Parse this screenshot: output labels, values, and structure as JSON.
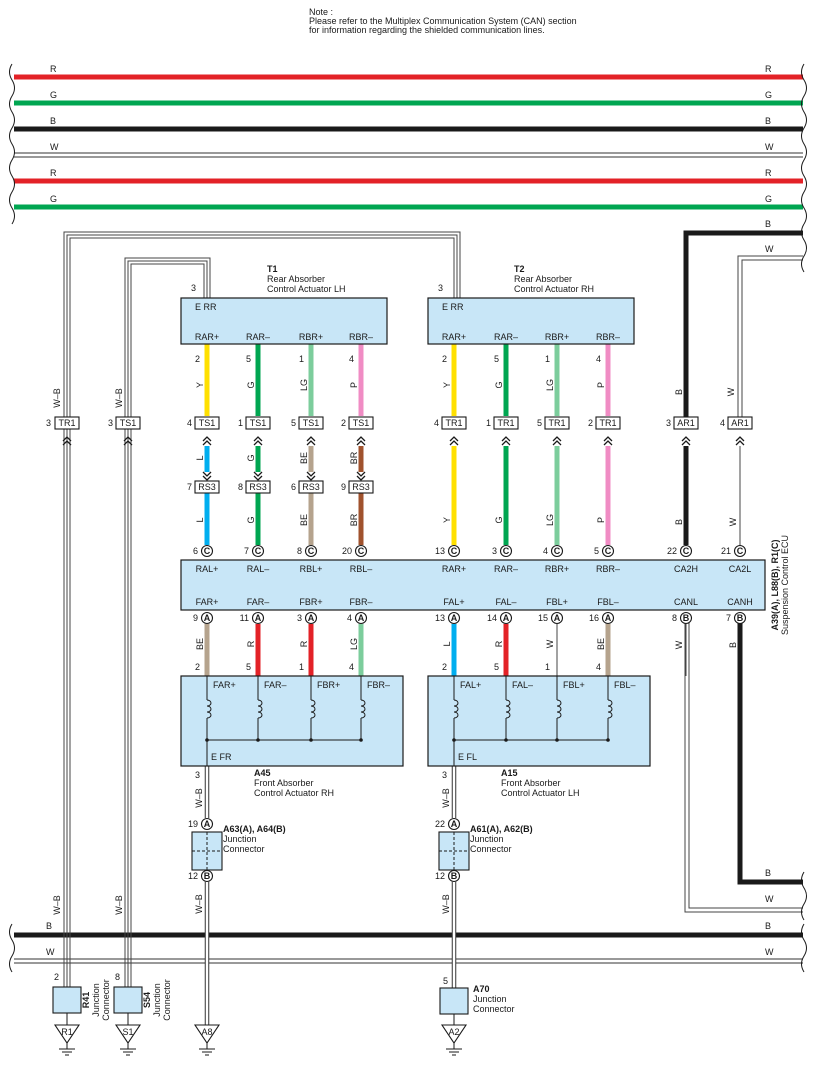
{
  "colors": {
    "R": "#e32227",
    "G": "#00a651",
    "B": "#1a1a1a",
    "W": "#ffffff",
    "Y": "#ffe000",
    "LG": "#7ccd9c",
    "P": "#f08cc4",
    "L": "#00aeef",
    "BE": "#b5a38d",
    "BR": "#a0522d",
    "WB": "#ffffff",
    "box_fill": "#c8e6f7",
    "outline": "#1a1a1a"
  },
  "note": {
    "line1": "Note :",
    "line2": "Please refer to the Multiplex Communication System (CAN) section",
    "line3": "for information regarding the shielded communication lines."
  },
  "bus_lines": [
    "R",
    "G",
    "B",
    "W",
    "R",
    "G"
  ],
  "side_lines": {
    "b": "B",
    "w": "W"
  },
  "bottom_bus": [
    "B",
    "W"
  ],
  "wire_labels": {
    "wb": "W–B",
    "b": "B",
    "w": "W"
  },
  "t1": {
    "id": "T1",
    "line1": "Rear Absorber",
    "line2": "Control Actuator LH",
    "ground_pin_label": "E RR",
    "ground_pin": "3",
    "pins": [
      {
        "pin": "2",
        "name": "RAR+",
        "color": "Y"
      },
      {
        "pin": "5",
        "name": "RAR–",
        "color": "G"
      },
      {
        "pin": "1",
        "name": "RBR+",
        "color": "LG"
      },
      {
        "pin": "4",
        "name": "RBR–",
        "color": "P"
      }
    ]
  },
  "t2": {
    "id": "T2",
    "line1": "Rear Absorber",
    "line2": "Control Actuator RH",
    "ground_pin_label": "E RR",
    "ground_pin": "3",
    "pins": [
      {
        "pin": "2",
        "name": "RAR+",
        "color": "Y"
      },
      {
        "pin": "5",
        "name": "RAR–",
        "color": "G"
      },
      {
        "pin": "1",
        "name": "RBR+",
        "color": "LG"
      },
      {
        "pin": "4",
        "name": "RBR–",
        "color": "P"
      }
    ]
  },
  "ts1_pins": [
    {
      "pin": "4",
      "name": "TS1"
    },
    {
      "pin": "1",
      "name": "TS1"
    },
    {
      "pin": "5",
      "name": "TS1"
    },
    {
      "pin": "2",
      "name": "TS1"
    }
  ],
  "rs3_pins": [
    {
      "pin": "7",
      "name": "RS3",
      "color": "L"
    },
    {
      "pin": "8",
      "name": "RS3",
      "color": "G"
    },
    {
      "pin": "6",
      "name": "RS3",
      "color": "BE"
    },
    {
      "pin": "9",
      "name": "RS3",
      "color": "BR"
    }
  ],
  "tr1_pins": [
    {
      "pin": "4",
      "name": "TR1",
      "color": "Y"
    },
    {
      "pin": "1",
      "name": "TR1",
      "color": "G"
    },
    {
      "pin": "5",
      "name": "TR1",
      "color": "LG"
    },
    {
      "pin": "2",
      "name": "TR1",
      "color": "P"
    }
  ],
  "ar1_pins": [
    {
      "pin": "3",
      "name": "AR1",
      "color": "B"
    },
    {
      "pin": "4",
      "name": "AR1",
      "color": "W"
    }
  ],
  "left_connectors": [
    {
      "pin": "3",
      "name": "TR1"
    },
    {
      "pin": "3",
      "name": "TS1"
    }
  ],
  "ecu": {
    "line1": "A39(A), L88(B), R1(C)",
    "line2": "Suspension Control ECU",
    "top_pins": [
      {
        "pin": "6",
        "conn": "C",
        "name": "RAL+"
      },
      {
        "pin": "7",
        "conn": "C",
        "name": "RAL–"
      },
      {
        "pin": "8",
        "conn": "C",
        "name": "RBL+"
      },
      {
        "pin": "20",
        "conn": "C",
        "name": "RBL–"
      },
      {
        "pin": "13",
        "conn": "C",
        "name": "RAR+"
      },
      {
        "pin": "3",
        "conn": "C",
        "name": "RAR–"
      },
      {
        "pin": "4",
        "conn": "C",
        "name": "RBR+"
      },
      {
        "pin": "5",
        "conn": "C",
        "name": "RBR–"
      },
      {
        "pin": "22",
        "conn": "C",
        "name": "CA2H"
      },
      {
        "pin": "21",
        "conn": "C",
        "name": "CA2L"
      }
    ],
    "bottom_pins": [
      {
        "pin": "9",
        "conn": "A",
        "name": "FAR+"
      },
      {
        "pin": "11",
        "conn": "A",
        "name": "FAR–"
      },
      {
        "pin": "3",
        "conn": "A",
        "name": "FBR+"
      },
      {
        "pin": "4",
        "conn": "A",
        "name": "FBR–"
      },
      {
        "pin": "13",
        "conn": "A",
        "name": "FAL+"
      },
      {
        "pin": "14",
        "conn": "A",
        "name": "FAL–"
      },
      {
        "pin": "15",
        "conn": "A",
        "name": "FBL+"
      },
      {
        "pin": "16",
        "conn": "A",
        "name": "FBL–"
      },
      {
        "pin": "8",
        "conn": "B",
        "name": "CANL"
      },
      {
        "pin": "7",
        "conn": "B",
        "name": "CANH"
      }
    ]
  },
  "a45": {
    "id": "A45",
    "line1": "Front Absorber",
    "line2": "Control Actuator RH",
    "ground_pin_label": "E FR",
    "ground_pin": "3",
    "pins": [
      {
        "pin": "2",
        "name": "FAR+",
        "color": "BE"
      },
      {
        "pin": "5",
        "name": "FAR–",
        "color": "R"
      },
      {
        "pin": "1",
        "name": "FBR+",
        "color": "R"
      },
      {
        "pin": "4",
        "name": "FBR–",
        "color": "LG"
      }
    ]
  },
  "a15": {
    "id": "A15",
    "line1": "Front Absorber",
    "line2": "Control Actuator LH",
    "ground_pin_label": "E FL",
    "ground_pin": "3",
    "pins": [
      {
        "pin": "2",
        "name": "FAL+",
        "color": "L"
      },
      {
        "pin": "5",
        "name": "FAL–",
        "color": "R"
      },
      {
        "pin": "1",
        "name": "FBL+",
        "color": "W"
      },
      {
        "pin": "4",
        "name": "FBL–",
        "color": "BE"
      }
    ]
  },
  "jc_a63": {
    "id": "A63(A), A64(B)",
    "line1": "Junction",
    "line2": "Connector",
    "top_pin": "19",
    "top_conn": "A",
    "bottom_pin": "12",
    "bottom_conn": "B"
  },
  "jc_a61": {
    "id": "A61(A), A62(B)",
    "line1": "Junction",
    "line2": "Connector",
    "top_pin": "22",
    "top_conn": "A",
    "bottom_pin": "12",
    "bottom_conn": "B"
  },
  "r41": {
    "id": "R41",
    "line1": "Junction",
    "line2": "Connector",
    "pin": "2"
  },
  "s54": {
    "id": "S54",
    "line1": "Junction",
    "line2": "Connector",
    "pin": "8"
  },
  "a70": {
    "id": "A70",
    "line1": "Junction",
    "line2": "Connector",
    "pin": "5"
  },
  "grounds": [
    {
      "id": "R1"
    },
    {
      "id": "S1"
    },
    {
      "id": "A8"
    },
    {
      "id": "A2"
    }
  ]
}
